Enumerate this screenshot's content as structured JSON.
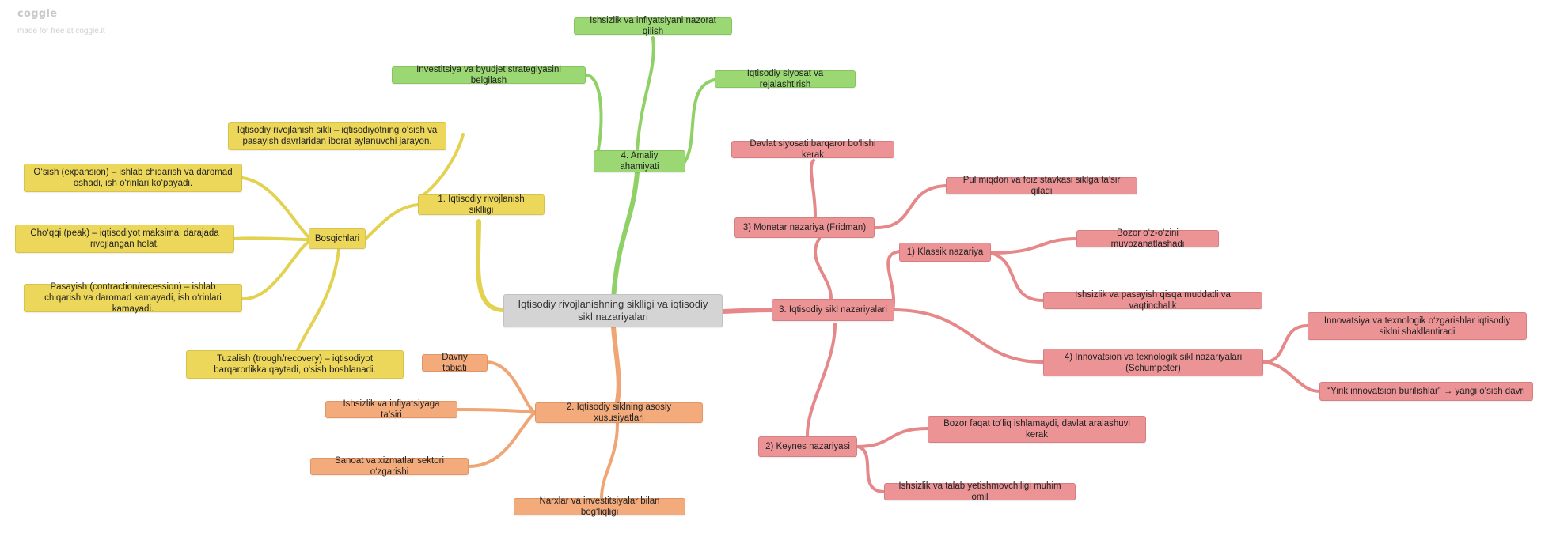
{
  "brand": {
    "logo": "coggle",
    "tagline": "made for free at coggle.it"
  },
  "root": {
    "label": "Iqtisodiy rivojlanishning siklligi va iqtisodiy sikl nazariyalari"
  },
  "branch1": {
    "label": "1. Iqtisodiy rivojlanish siklligi",
    "definition": "Iqtisodiy rivojlanish sikli – iqtisodiyotning o‘sish va pasayish davrlaridan iborat aylanuvchi jarayon.",
    "stages": {
      "label": "Bosqichlari",
      "items": [
        "O‘sish (expansion) – ishlab chiqarish va daromad oshadi, ish o‘rinlari ko‘payadi.",
        "Cho‘qqi (peak) – iqtisodiyot maksimal darajada rivojlangan holat.",
        "Pasayish (contraction/recession) – ishlab chiqarish va daromad kamayadi, ish o‘rinlari kamayadi.",
        "Tuzalish (trough/recovery) – iqtisodiyot barqarorlikka qaytadi, o‘sish boshlanadi."
      ]
    }
  },
  "branch2": {
    "label": "2. Iqtisodiy siklning asosiy xususiyatlari",
    "items": [
      "Davriy tabiati",
      "Ishsizlik va inflyatsiyaga ta’siri",
      "Sanoat va xizmatlar sektori o‘zgarishi",
      "Narxlar va investitsiyalar bilan bog‘liqligi"
    ]
  },
  "branch3": {
    "label": "3. Iqtisodiy sikl nazariyalari",
    "classic": {
      "label": "1) Klassik nazariya",
      "items": [
        "Bozor o‘z-o‘zini muvozanatlashadi",
        "Ishsizlik va pasayish qisqa muddatli va vaqtinchalik"
      ]
    },
    "keynes": {
      "label": "2) Keynes nazariyasi",
      "items": [
        "Bozor faqat to‘liq ishlamaydi, davlat aralashuvi kerak",
        "Ishsizlik va talab yetishmovchiligi muhim omil"
      ]
    },
    "monetar": {
      "label": "3) Monetar nazariya (Fridman)",
      "items": [
        "Davlat siyosati barqaror bo‘lishi kerak",
        "Pul miqdori va foiz stavkasi siklga ta’sir qiladi"
      ]
    },
    "innov": {
      "label": "4) Innovatsion va texnologik sikl nazariyalari (Schumpeter)",
      "items": [
        "Innovatsiya va texnologik o‘zgarishlar iqtisodiy siklni shakllantiradi",
        "“Yirik innovatsion burilishlar” → yangi o‘sish davri"
      ]
    }
  },
  "branch4": {
    "label": "4. Amaliy ahamiyati",
    "items": [
      "Ishsizlik va inflyatsiyani nazorat qilish",
      "Investitsiya va byudjet strategiyasini belgilash",
      "Iqtisodiy siyosat va rejalashtirish"
    ]
  },
  "colors": {
    "green": "#9bd874",
    "yellow": "#ecd75a",
    "orange": "#f4ab7c",
    "red": "#ec9396",
    "root": "#d4d4d4"
  }
}
